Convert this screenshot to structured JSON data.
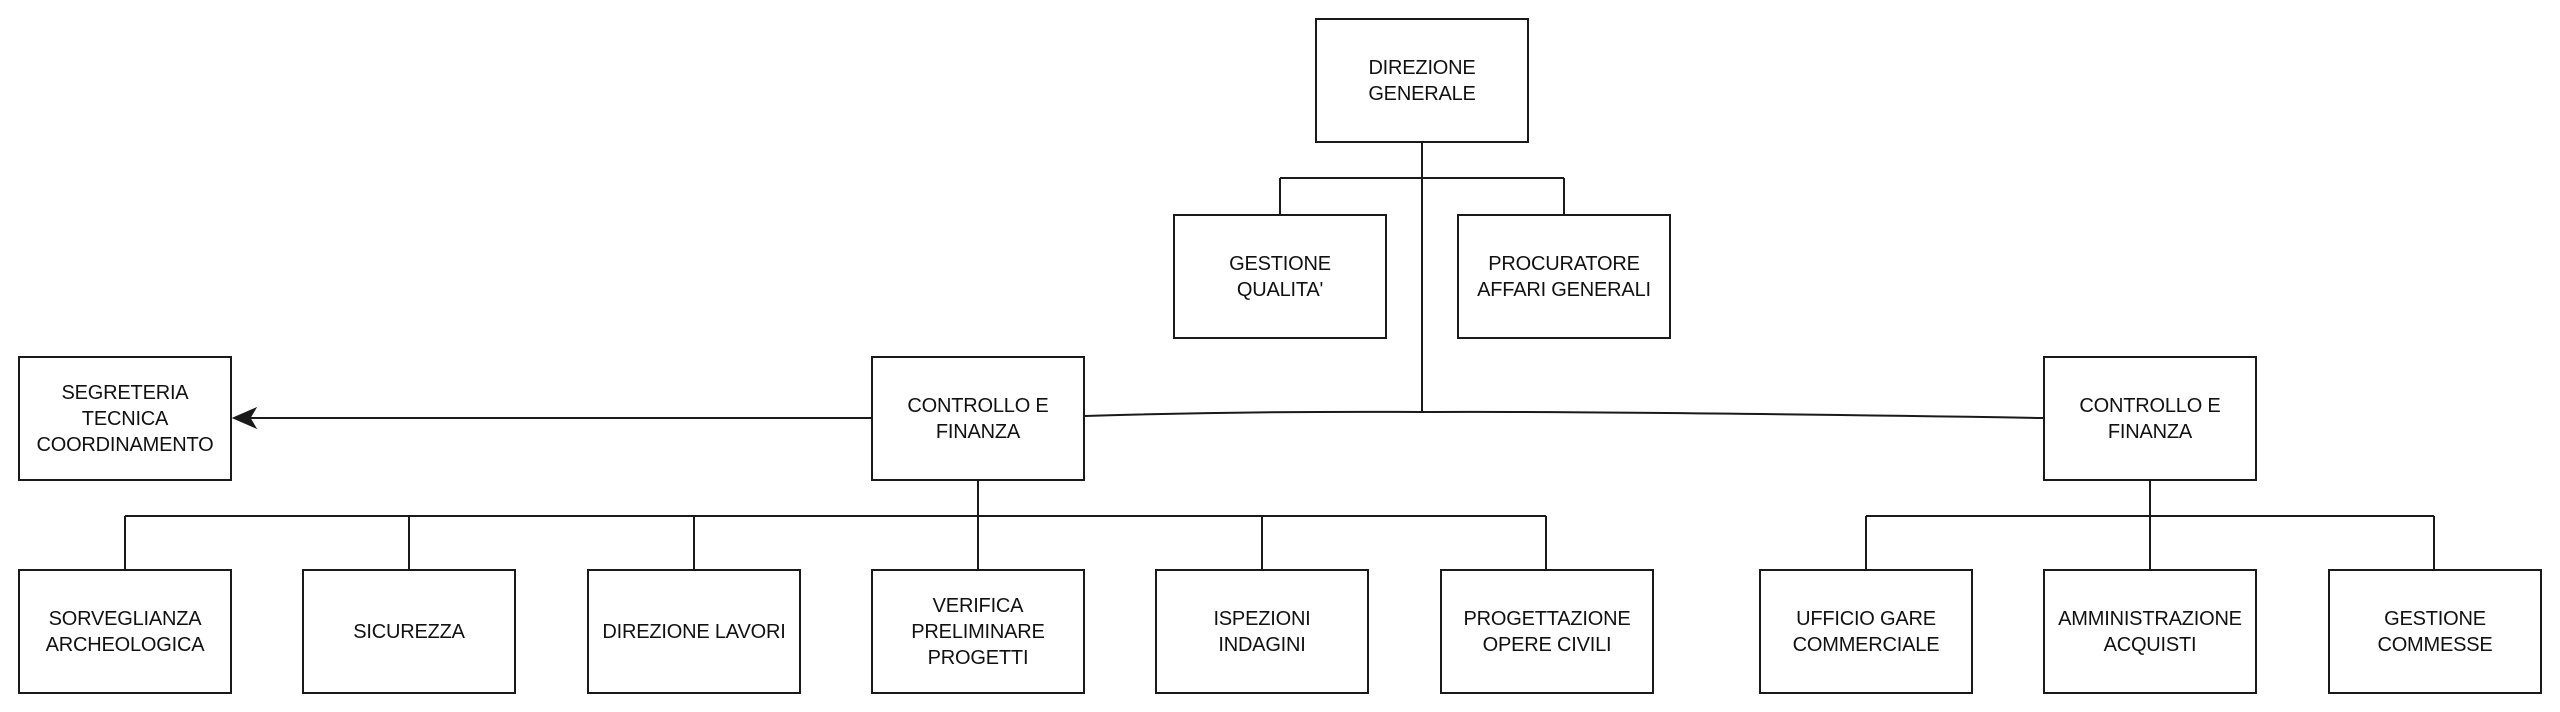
{
  "diagram": {
    "type": "org-chart",
    "colors": {
      "line": "#1a1a1a",
      "box_fill": "#ffffff",
      "text": "#111111"
    },
    "nodes": {
      "direzione_generale": {
        "label": "DIREZIONE\nGENERALE"
      },
      "gestione_qualita": {
        "label": "GESTIONE\nQUALITA'"
      },
      "procuratore": {
        "label": "PROCURATORE\nAFFARI GENERALI"
      },
      "segreteria": {
        "label": "SEGRETERIA\nTECNICA\nCOORDINAMENTO"
      },
      "controllo_left": {
        "label": "CONTROLLO E\nFINANZA"
      },
      "controllo_right": {
        "label": "CONTROLLO E\nFINANZA"
      },
      "sorveglianza": {
        "label": "SORVEGLIANZA\nARCHEOLOGICA"
      },
      "sicurezza": {
        "label": "SICUREZZA"
      },
      "direzione_lavori": {
        "label": "DIREZIONE LAVORI"
      },
      "verifica": {
        "label": "VERIFICA\nPRELIMINARE\nPROGETTI"
      },
      "ispezioni": {
        "label": "ISPEZIONI\nINDAGINI"
      },
      "progettazione": {
        "label": "PROGETTAZIONE\nOPERE CIVILI"
      },
      "ufficio_gare": {
        "label": "UFFICIO GARE\nCOMMERCIALE"
      },
      "amministrazione": {
        "label": "AMMINISTRAZIONE\nACQUISTI"
      },
      "gestione_commesse": {
        "label": "GESTIONE\nCOMMESSE"
      }
    },
    "edges": [
      {
        "from": "direzione_generale",
        "to": "gestione_qualita"
      },
      {
        "from": "direzione_generale",
        "to": "procuratore"
      },
      {
        "from": "direzione_generale",
        "to": "controllo_left"
      },
      {
        "from": "direzione_generale",
        "to": "controllo_right"
      },
      {
        "from": "controllo_left",
        "to": "segreteria",
        "arrow": true
      },
      {
        "from": "controllo_left",
        "to": "sorveglianza"
      },
      {
        "from": "controllo_left",
        "to": "sicurezza"
      },
      {
        "from": "controllo_left",
        "to": "direzione_lavori"
      },
      {
        "from": "controllo_left",
        "to": "verifica"
      },
      {
        "from": "controllo_left",
        "to": "ispezioni"
      },
      {
        "from": "controllo_left",
        "to": "progettazione"
      },
      {
        "from": "controllo_right",
        "to": "ufficio_gare"
      },
      {
        "from": "controllo_right",
        "to": "amministrazione"
      },
      {
        "from": "controllo_right",
        "to": "gestione_commesse"
      }
    ]
  }
}
